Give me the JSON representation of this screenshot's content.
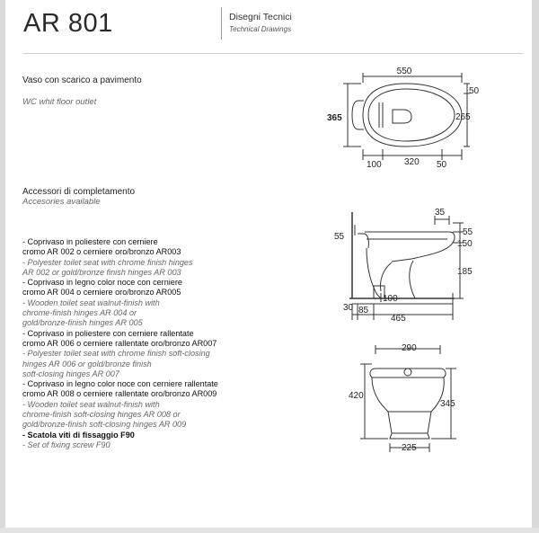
{
  "header": {
    "code": "AR 801",
    "section_it": "Disegni Tecnici",
    "section_en": "Technical Drawings"
  },
  "product": {
    "title_it": "Vaso con scarico a pavimento",
    "title_en": "WC whit floor outlet"
  },
  "accessories": {
    "heading_it": "Accessori di completamento",
    "heading_en": "Accesories available",
    "items": [
      {
        "it": [
          "- Coprivaso in poliestere con cerniere",
          "cromo AR 002 o cerniere oro/bronzo AR003"
        ],
        "en": [
          "- Polyester toilet seat with chrome finish hinges",
          "AR 002 or gold/bronze finish hinges AR 003"
        ]
      },
      {
        "it": [
          "- Coprivaso in legno color noce con cerniere",
          "cromo AR 004 o cerniere oro/bronzo AR005"
        ],
        "en": [
          "- Wooden toilet seat walnut-finish with",
          "chrome-finish hinges AR 004 or",
          "gold/bronze-finish hinges AR 005"
        ]
      },
      {
        "it": [
          "- Coprivaso in poliestere con cerniere rallentate",
          "cromo AR 006 o cerniere rallentate oro/bronzo AR007"
        ],
        "en": [
          "- Polyester toilet seat with chrome finish soft-closing",
          "hinges AR 006 or gold/bronze finish",
          "soft-closing hinges AR 007"
        ]
      },
      {
        "it": [
          "- Coprivaso in legno color noce con cerniere rallentate",
          "cromo AR 008 o cerniere rallentate oro/bronzo AR009"
        ],
        "en": [
          "- Wooden toilet seat walnut-finish with",
          "chrome-finish soft-closing hinges AR 008 or",
          "gold/bronze-finish soft-closing hinges AR 009"
        ]
      },
      {
        "it": [
          "- Scatola viti di fissaggio F90"
        ],
        "en": [
          "- Set of fixing screw F90"
        ],
        "bold": true
      }
    ]
  },
  "drawings": {
    "top_view": {
      "width": "550",
      "depth": "365",
      "right_top": "50",
      "right_mid": "265",
      "bottom_left": "100",
      "bottom_mid": "320",
      "bottom_right": "50"
    },
    "side_view": {
      "top": "35",
      "left": "55",
      "right_a": "55",
      "right_b": "150",
      "right_c": "185",
      "floor_a": "100",
      "floor_b": "30",
      "floor_c": "85",
      "floor_d": "465"
    },
    "front_view": {
      "top": "290",
      "left": "420",
      "right": "345",
      "bottom": "225"
    }
  },
  "colors": {
    "line": "#333333",
    "dim": "#222222",
    "text_secondary": "#666666"
  }
}
